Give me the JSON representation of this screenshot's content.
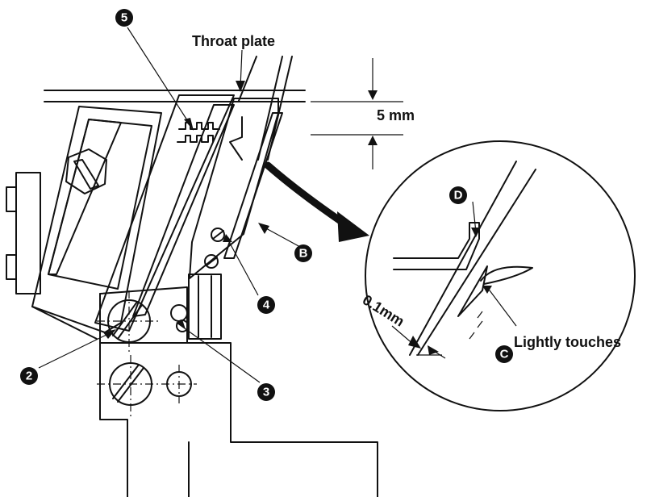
{
  "labels": {
    "throat_plate": "Throat plate",
    "dimension_5mm": "5 mm",
    "dimension_01mm": "0.1mm",
    "lightly_touches": "Lightly touches"
  },
  "callouts": {
    "c2": "2",
    "c3": "3",
    "c4": "4",
    "c5": "5",
    "cB": "B",
    "cC": "C",
    "cD": "D"
  }
}
